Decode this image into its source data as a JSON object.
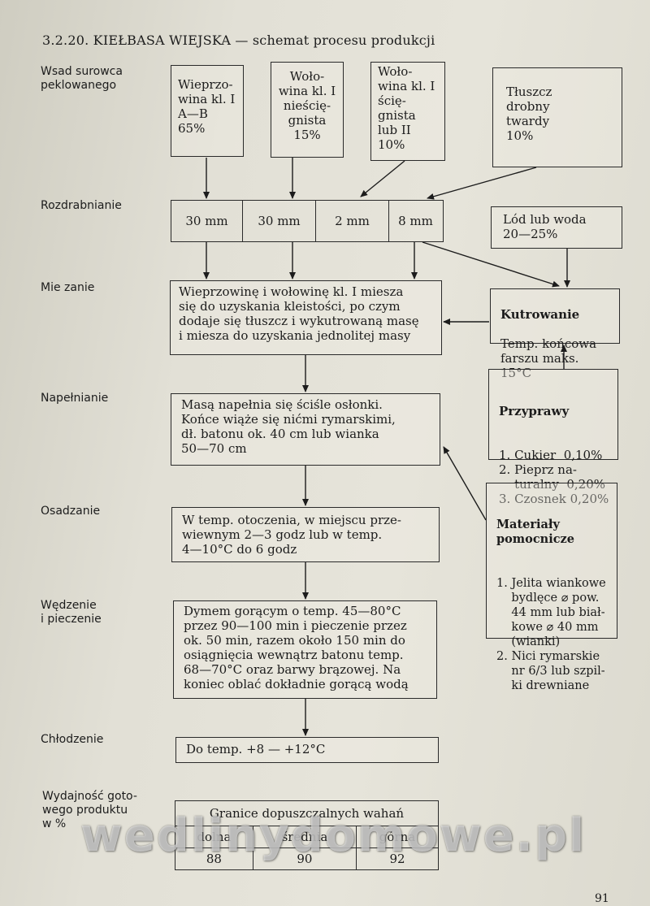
{
  "title": "3.2.20. KIEŁBASA WIEJSKA — schemat procesu produkcji",
  "stages": {
    "wsad": "Wsad surowca\npeklowanego",
    "rozdrabnianie": "Rozdrabnianie",
    "mieszanie": "Mie zanie",
    "napelnianie": "Napełnianie",
    "osadzanie": "Osadzanie",
    "wedzenie": "Wędzenie\ni pieczenie",
    "chlodzenie": "Chłodzenie",
    "wydajnosc": "Wydajność goto-\nwego produktu\nw %"
  },
  "inputs": {
    "wieprzowina": "Wieprzo-\nwina kl. I\nA—B\n65%",
    "wolowina_1": "Woło-\nwina kl. I\nnieścię-\ngnista\n15%",
    "wolowina_2": "Woło-\nwina kl. I\nścię-\ngnista\nlub II\n10%",
    "tluszcz": "Tłuszcz\ndrobny\ntwardy\n10%"
  },
  "grinding": [
    "30 mm",
    "30 mm",
    "2 mm",
    "8 mm"
  ],
  "lod": "Lód lub woda\n20—25%",
  "kutrowanie": {
    "title": "Kutrowanie",
    "text": "Temp. końcowa\nfarszu maks. 15°C"
  },
  "przyprawy": {
    "title": "Przyprawy",
    "text": "1. Cukier  0,10%\n2. Pieprz na-\n    turalny  0,20%\n3. Czosnek 0,20%"
  },
  "materialy": {
    "title": "Materiały\npomocnicze",
    "text": "1. Jelita wiankowe\n    bydlęce ⌀ pow.\n    44 mm lub biał-\n    kowe ⌀ 40 mm\n    (wianki)\n2. Nici rymarskie\n    nr 6/3 lub szpil-\n    ki drewniane"
  },
  "steps": {
    "mieszanie": "Wieprzowinę i wołowinę kl. I miesza\nsię do uzyskania kleistości, po czym\ndodaje się tłuszcz i wykutrowaną masę\ni miesza do uzyskania jednolitej masy",
    "napelnianie": "Masą napełnia się ściśle osłonki.\nKońce wiąże się nićmi rymarskimi,\ndł. batonu ok. 40 cm lub wianka\n50—70 cm",
    "osadzanie": "W temp. otoczenia, w miejscu prze-\nwiewnym 2—3 godz lub w temp.\n4—10°C do 6 godz",
    "wedzenie": "Dymem gorącym o temp. 45—80°C\nprzez 90—100 min i pieczenie przez\nok. 50 min, razem około 150 min do\nosiągnięcia wewnątrz batonu temp.\n68—70°C oraz barwy brązowej. Na\nkoniec oblać dokładnie gorącą wodą",
    "chlodzenie": "Do  temp.  +8 — +12°C"
  },
  "yield_table": {
    "header": "Granice dopuszczalnych wahań",
    "columns": [
      "dolna",
      "średnia",
      "górna"
    ],
    "values": [
      "88",
      "90",
      "92"
    ]
  },
  "watermark": "wedlinydomowe.pl",
  "page_number": "91"
}
